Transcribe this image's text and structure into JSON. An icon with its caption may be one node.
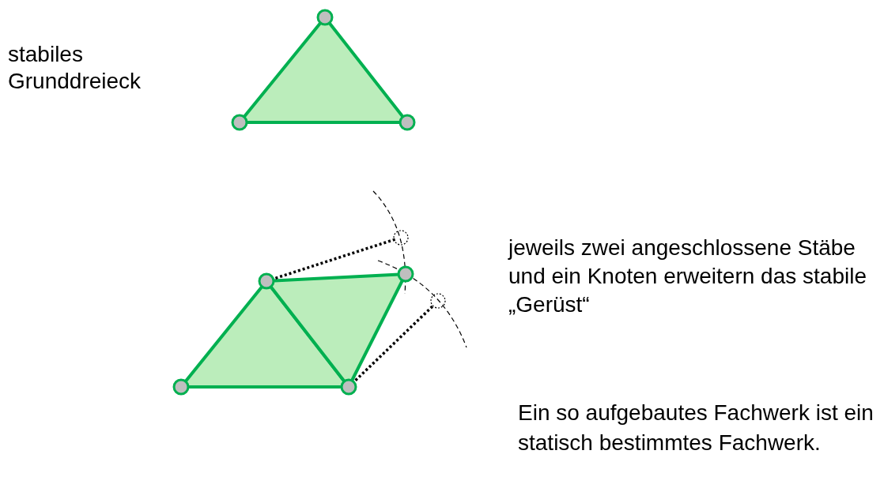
{
  "diagram": {
    "labels": [
      "stabiles Grunddreieck",
      "jeweils zwei angeschlossene Stäbe und ein Knoten erweitern das stabile „Gerüst“",
      "Ein so aufgebautes Fachwerk ist ein statisch bestimmtes Fachwerk."
    ]
  }
}
